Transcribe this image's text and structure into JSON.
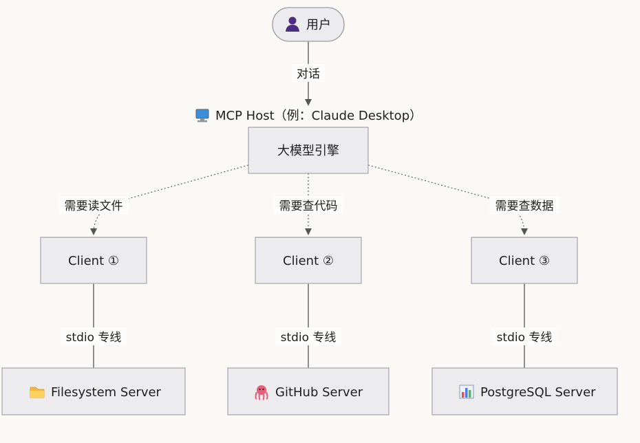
{
  "user": {
    "icon": "user-silhouette-icon",
    "label": "用户"
  },
  "edge_user_host": {
    "label": "对话"
  },
  "host": {
    "icon": "computer-monitor-icon",
    "label": "MCP Host（例：Claude Desktop）"
  },
  "engine": {
    "label": "大模型引擎"
  },
  "branches": [
    {
      "request_label": "需要读文件",
      "client_label": "Client ①",
      "transport_label": "stdio 专线",
      "server_icon": "folder-icon",
      "server_label": "Filesystem Server"
    },
    {
      "request_label": "需要查代码",
      "client_label": "Client ②",
      "transport_label": "stdio 专线",
      "server_icon": "octopus-icon",
      "server_label": "GitHub Server"
    },
    {
      "request_label": "需要查数据",
      "client_label": "Client ③",
      "transport_label": "stdio 专线",
      "server_icon": "bar-chart-icon",
      "server_label": "PostgreSQL Server"
    }
  ],
  "colors": {
    "background": "#faf9f6",
    "node_fill": "#ececee",
    "node_border": "#a9a9ad",
    "edge": "#555555",
    "user_icon": "#4b2d83",
    "monitor_icon": "#3a8fd8",
    "folder_icon": "#f4b63d",
    "octopus_icon": "#e85f7a",
    "chart_icon": "#6b7fd6"
  }
}
